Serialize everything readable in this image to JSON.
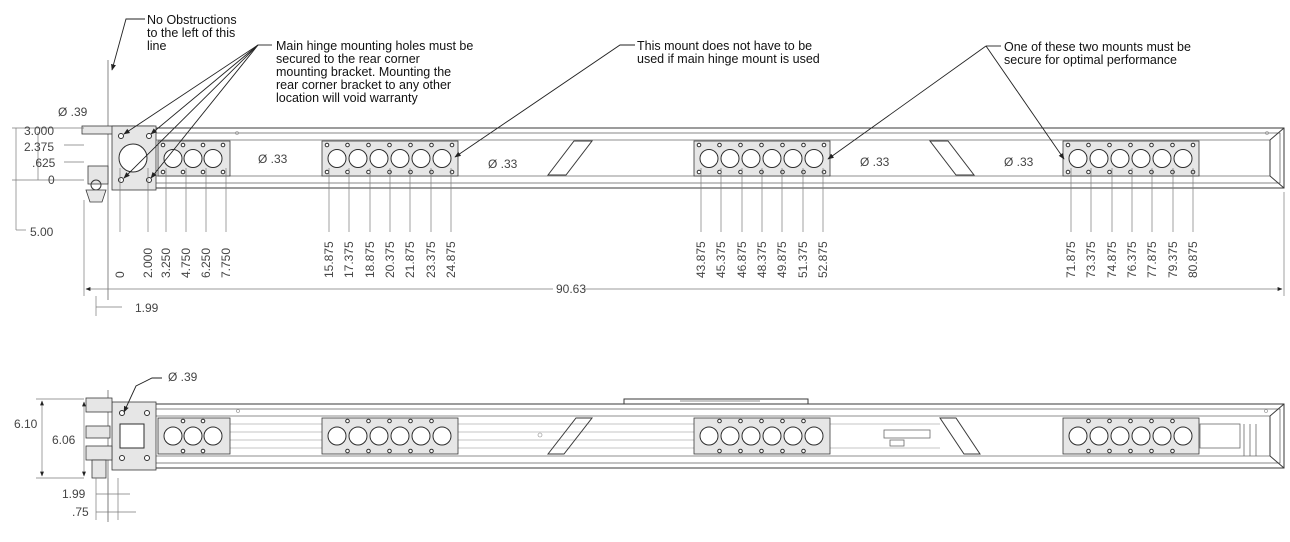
{
  "notes": {
    "obstruction": [
      "No Obstructions",
      "to the left of this",
      "line"
    ],
    "hinge": [
      "Main hinge mounting holes must be",
      "secured to the rear corner",
      "mounting bracket.  Mounting the",
      "rear corner bracket to any other",
      "location will void warranty"
    ],
    "optional_mount": [
      "This mount does not have to be",
      "used if main hinge mount is used"
    ],
    "two_mounts": [
      "One of these two mounts must be",
      "secure for optimal performance"
    ]
  },
  "top_view": {
    "hole_dia_hinge": "Ø .39",
    "hole_dia_mounts": [
      "Ø .33",
      "Ø .33",
      "Ø .33",
      "Ø .33"
    ],
    "vertical_dims": [
      ".625",
      "2.375",
      "3.000",
      "0",
      "5.00"
    ],
    "x_positions": {
      "hinge": [
        "0",
        "2.000",
        "3.250",
        "4.750",
        "6.250",
        "7.750"
      ],
      "group1": [
        "15.875",
        "17.375",
        "18.875",
        "20.375",
        "21.875",
        "23.375",
        "24.875"
      ],
      "group2": [
        "43.875",
        "45.375",
        "46.875",
        "48.375",
        "49.875",
        "51.375",
        "52.875"
      ],
      "group3": [
        "71.875",
        "73.375",
        "74.875",
        "76.375",
        "77.875",
        "79.375",
        "80.875"
      ]
    },
    "overall_length": "90.63",
    "offset": "1.99"
  },
  "side_view": {
    "hole_dia": "Ø .39",
    "height_outer": "6.10",
    "height_inner": "6.06",
    "offset": "1.99",
    "offset_small": ".75"
  },
  "colors": {
    "line": "#3a3a3a",
    "plate": "#e6e6e6",
    "text": "#222222"
  }
}
